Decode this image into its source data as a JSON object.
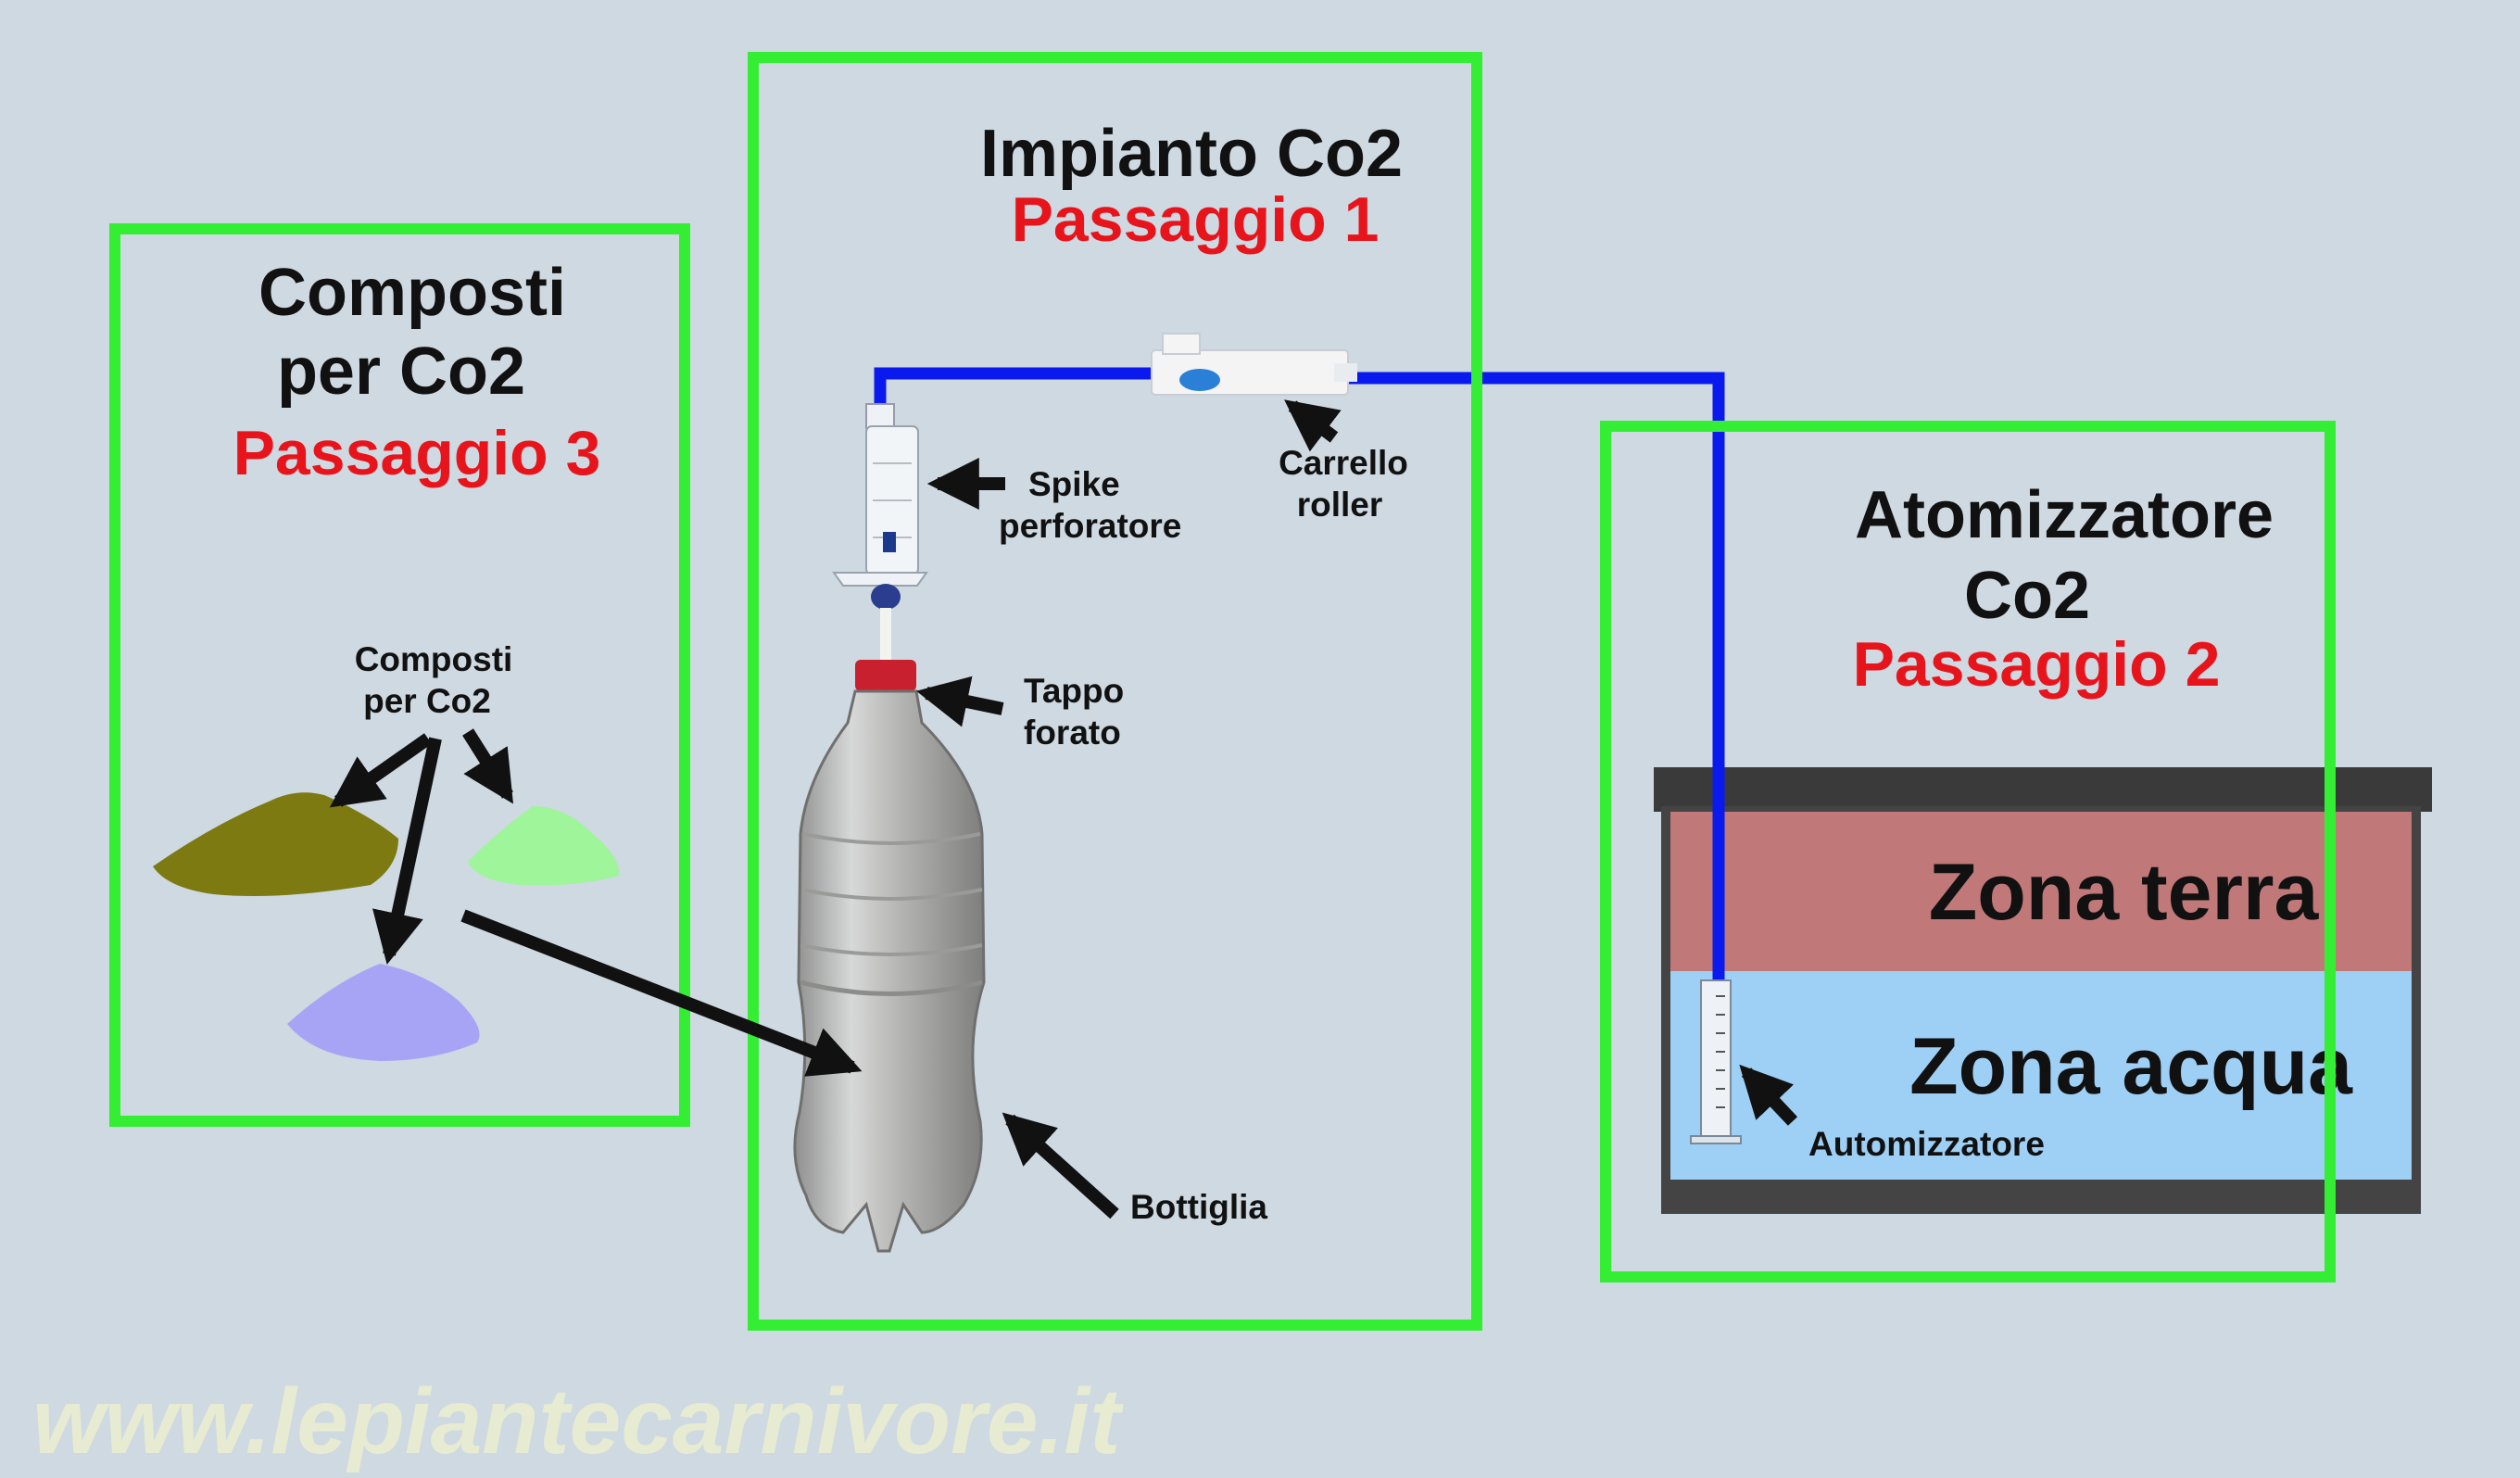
{
  "panels": {
    "composti": {
      "title_line1": "Composti",
      "title_line2": "per Co2",
      "step": "Passaggio 3",
      "label_line1": "Composti",
      "label_line2": "per Co2"
    },
    "impianto": {
      "title": "Impianto Co2",
      "step": "Passaggio 1",
      "spike_line1": "Spike",
      "spike_line2": "perforatore",
      "carrello_line1": "Carrello",
      "carrello_line2": "roller",
      "tappo_line1": "Tappo",
      "tappo_line2": "forato",
      "bottiglia": "Bottiglia"
    },
    "atomizzatore": {
      "title_line1": "Atomizzatore",
      "title_line2": "Co2",
      "step": "Passaggio 2",
      "zona_terra": "Zona terra",
      "zona_acqua": "Zona acqua",
      "automizzatore": "Automizzatore"
    }
  },
  "watermark": "www.lepiantecarnivore.it",
  "colors": {
    "frame": "#33ee33",
    "tube": "#0a1aee",
    "step_text": "#e8141c",
    "powder_olive": "#7d7a12",
    "powder_green": "#9ef59a",
    "powder_violet": "#a8a4f5",
    "zona_terra": "#c07878",
    "zona_acqua": "#9ecff5"
  }
}
